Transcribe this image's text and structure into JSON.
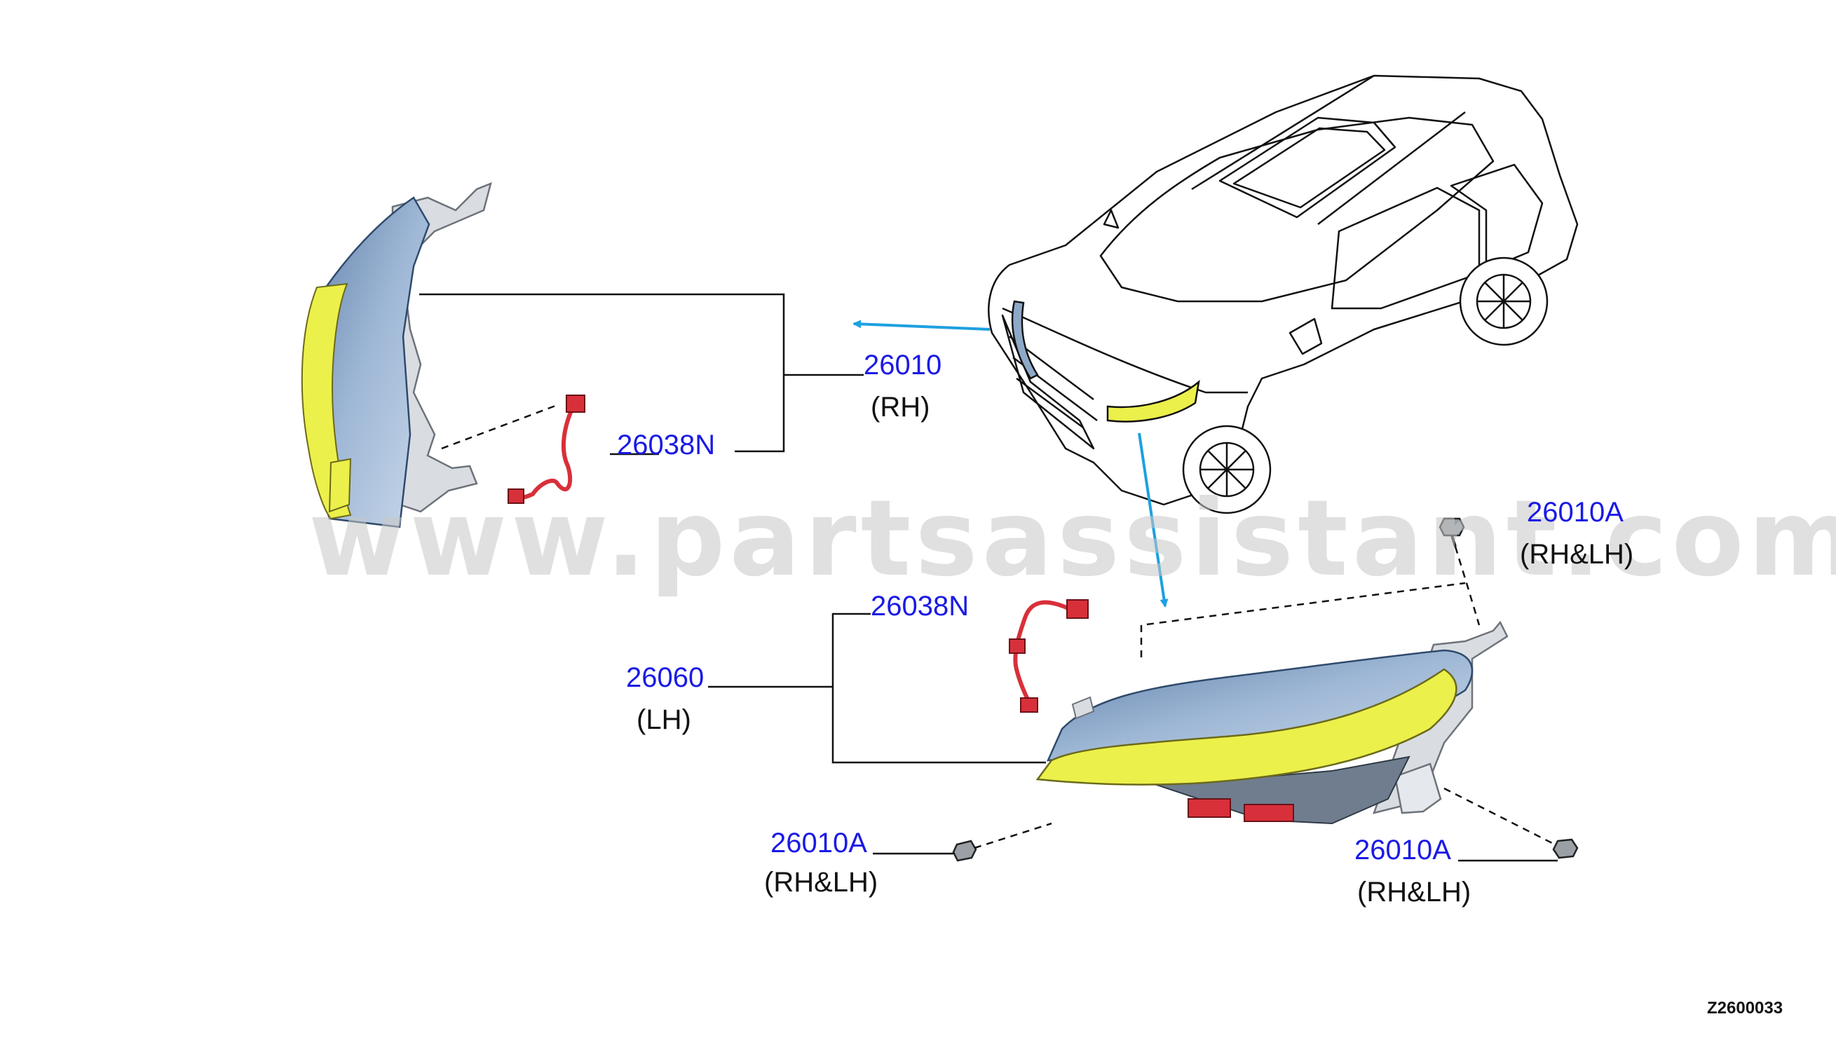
{
  "watermark": "www.partsassistant.com",
  "drawing_code": "Z2600033",
  "colors": {
    "callout": "#1a1ae6",
    "arrow": "#1da0e0",
    "lens_yellow": "#ecf04a",
    "housing_blue": "#8ea8c8",
    "harness_red": "#d8303a"
  },
  "callouts": {
    "headlamp_rh": {
      "number": "26010",
      "side": "(RH)"
    },
    "harness_rh": {
      "number": "26038N"
    },
    "bolt_top": {
      "number": "26010A",
      "side": "(RH&LH)"
    },
    "harness_lh": {
      "number": "26038N"
    },
    "headlamp_lh": {
      "number": "26060",
      "side": "(LH)"
    },
    "bolt_left": {
      "number": "26010A",
      "side": "(RH&LH)"
    },
    "bolt_right": {
      "number": "26010A",
      "side": "(RH&LH)"
    }
  }
}
